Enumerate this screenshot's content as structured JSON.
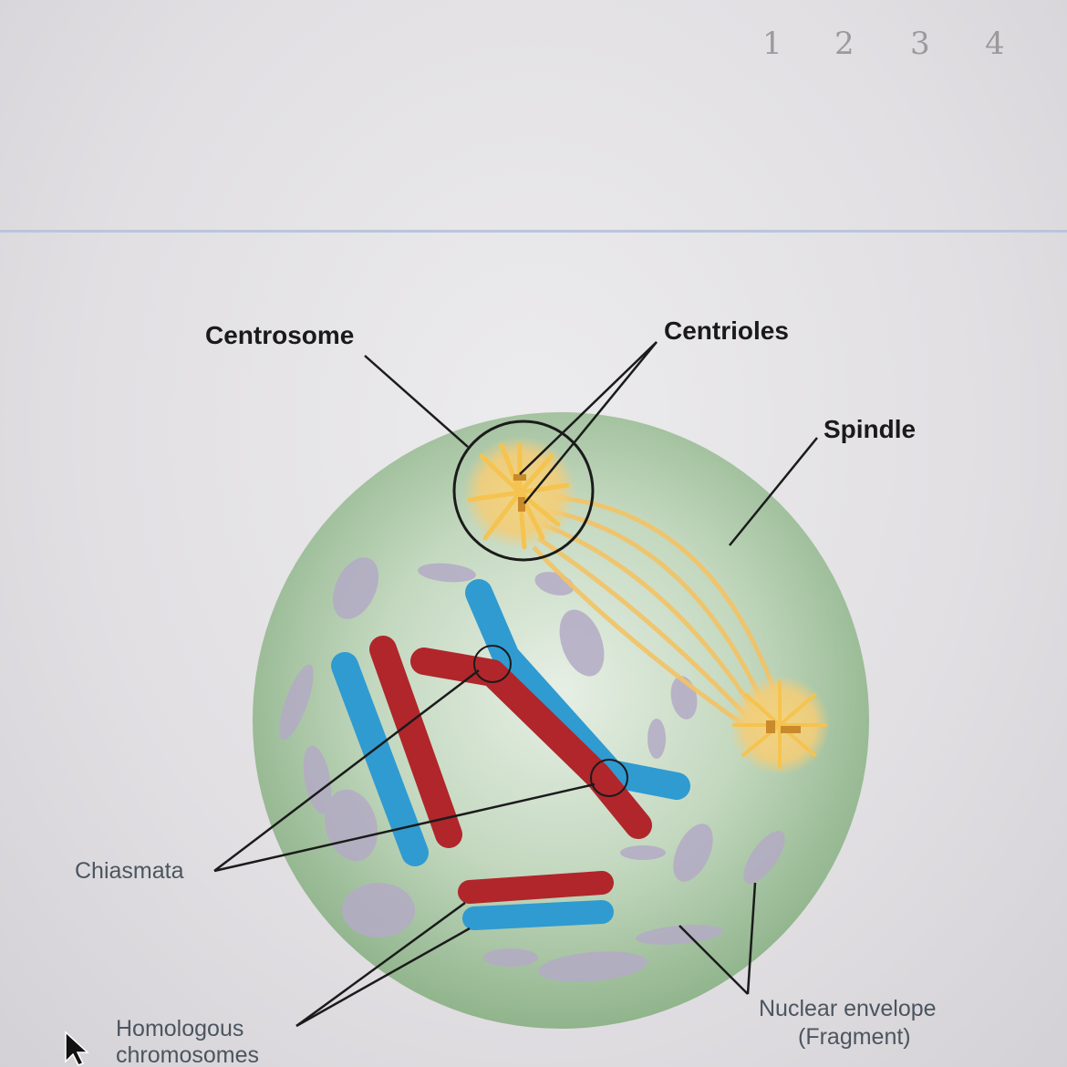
{
  "page_tabs": [
    "1",
    "2",
    "3",
    "4"
  ],
  "labels": {
    "centrosome": "Centrosome",
    "centrioles": "Centrioles",
    "spindle": "Spindle",
    "chiasmata": "Chiasmata",
    "homologous_line1": "Homologous",
    "homologous_line2": "chromosomes",
    "nuclear_line1": "Nuclear envelope",
    "nuclear_line2": "(Fragment)"
  },
  "colors": {
    "cell": "#a9c6a4",
    "chromosome_red": "#b0262b",
    "chromosome_blue": "#2f9bd1",
    "centrosome": "#f1c56a",
    "fragment": "#b7adc8"
  }
}
